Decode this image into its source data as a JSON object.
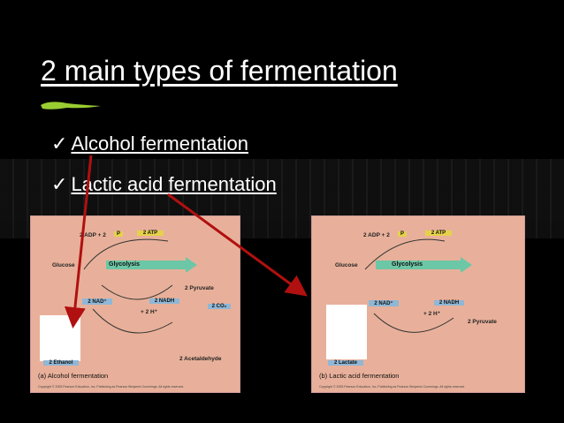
{
  "slide": {
    "title": "2 main types of fermentation",
    "bullets": [
      "Alcohol fermentation",
      "Lactic acid fermentation"
    ]
  },
  "diagram_alcohol": {
    "adp": "2 ADP + 2",
    "pi": "P",
    "atp": "2 ATP",
    "glucose": "Glucose",
    "glycolysis": "Glycolysis",
    "pyruvate": "2 Pyruvate",
    "nad": "2 NAD⁺",
    "nadh": "2 NADH",
    "h": "+ 2 H⁺",
    "co2": "2 CO₂",
    "acetaldehyde": "2 Acetaldehyde",
    "ethanol": "2 Ethanol",
    "caption": "(a) Alcohol fermentation",
    "copyright": "Copyright © 2005 Pearson Education, Inc. Publishing as Pearson Benjamin Cummings. All rights reserved."
  },
  "diagram_lactic": {
    "adp": "2 ADP + 2",
    "pi": "P",
    "atp": "2 ATP",
    "glucose": "Glucose",
    "glycolysis": "Glycolysis",
    "pyruvate": "2 Pyruvate",
    "nad": "2 NAD⁺",
    "nadh": "2 NADH",
    "h": "+ 2 H⁺",
    "lactate": "2 Lactate",
    "caption": "(b) Lactic acid fermentation",
    "copyright": "Copyright © 2005 Pearson Education, Inc. Publishing as Pearson Benjamin Cummings. All rights reserved."
  },
  "colors": {
    "background": "#000000",
    "panel": "#e8b09a",
    "accent_green": "#9acd32",
    "arrow_red": "#b01010",
    "box_blue": "#8fb7d6"
  }
}
